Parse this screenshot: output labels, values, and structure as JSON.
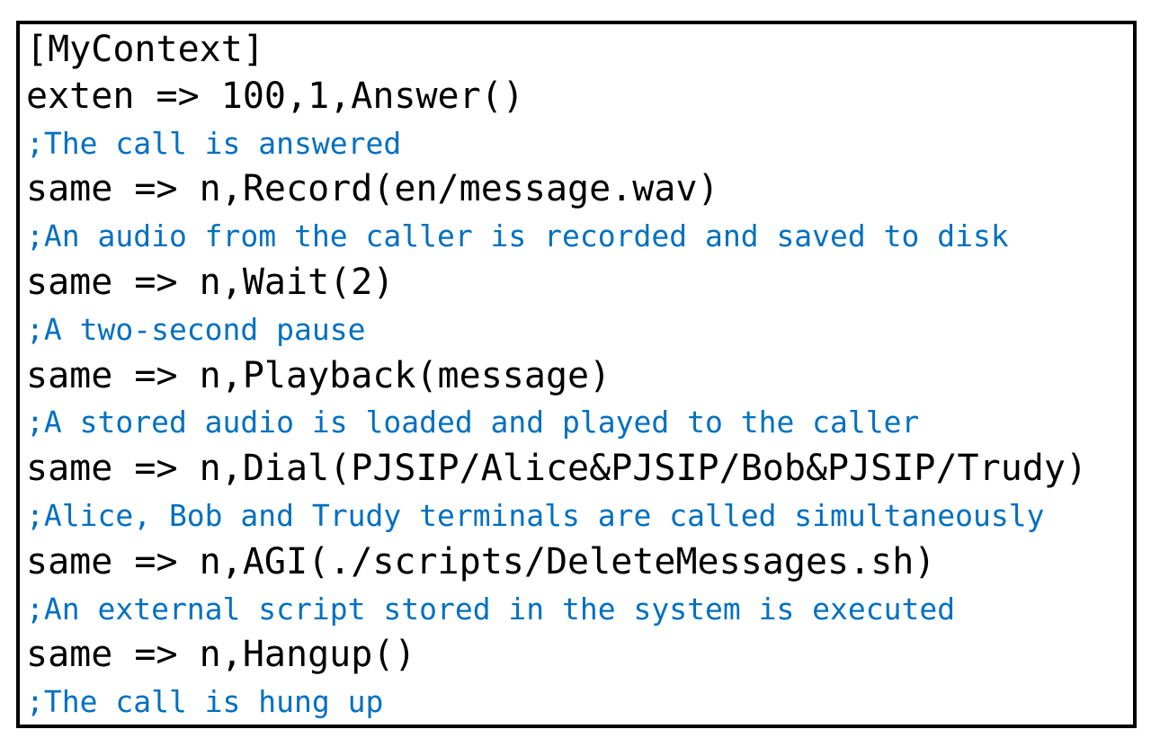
{
  "code_block": {
    "language": "asterisk-dialplan",
    "code_color": "#000000",
    "comment_color": "#0070C0",
    "frame_border_color": "#000000",
    "background_color": "#ffffff",
    "lines": [
      {
        "type": "code",
        "text": "[MyContext]"
      },
      {
        "type": "code",
        "text": "exten => 100,1,Answer()"
      },
      {
        "type": "comment",
        "text": ";The call is answered"
      },
      {
        "type": "code",
        "text": "same => n,Record(en/message.wav)"
      },
      {
        "type": "comment",
        "text": ";An audio from the caller is recorded and saved to disk"
      },
      {
        "type": "code",
        "text": "same => n,Wait(2)"
      },
      {
        "type": "comment",
        "text": ";A two-second pause"
      },
      {
        "type": "code",
        "text": "same => n,Playback(message)"
      },
      {
        "type": "comment",
        "text": ";A stored audio is loaded and played to the caller"
      },
      {
        "type": "code",
        "text": "same => n,Dial(PJSIP/Alice&PJSIP/Bob&PJSIP/Trudy)"
      },
      {
        "type": "comment",
        "text": ";Alice, Bob and Trudy terminals are called simultaneously"
      },
      {
        "type": "code",
        "text": "same => n,AGI(./scripts/DeleteMessages.sh)"
      },
      {
        "type": "comment",
        "text": ";An external script stored in the system is executed"
      },
      {
        "type": "code",
        "text": "same => n,Hangup()"
      },
      {
        "type": "comment",
        "text": ";The call is hung up"
      }
    ]
  }
}
